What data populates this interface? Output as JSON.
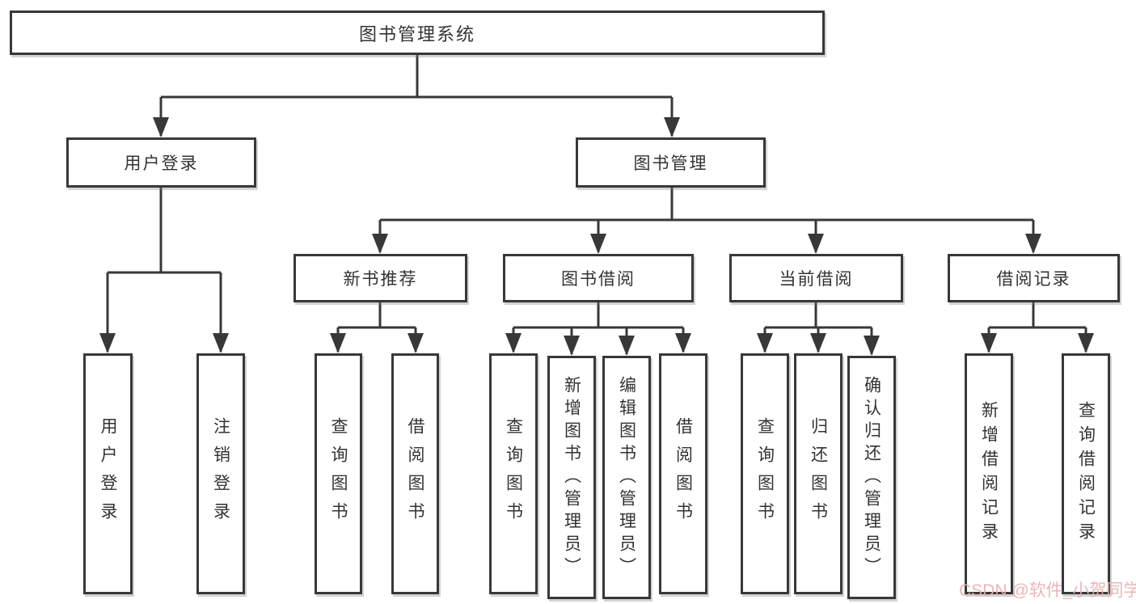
{
  "tree": {
    "root": {
      "label": "图书管理系统"
    },
    "branches": [
      {
        "label": "用户登录",
        "children": [
          {
            "label": "用户登录"
          },
          {
            "label": "注销登录"
          }
        ]
      },
      {
        "label": "图书管理",
        "groups": [
          {
            "label": "新书推荐",
            "children": [
              {
                "label": "查询图书"
              },
              {
                "label": "借阅图书"
              }
            ]
          },
          {
            "label": "图书借阅",
            "children": [
              {
                "label": "查询图书"
              },
              {
                "label": "新增图书（管理员）"
              },
              {
                "label": "编辑图书（管理员）"
              },
              {
                "label": "借阅图书"
              }
            ]
          },
          {
            "label": "当前借阅",
            "children": [
              {
                "label": "查询图书"
              },
              {
                "label": "归还图书"
              },
              {
                "label": "确认归还（管理员）"
              }
            ]
          },
          {
            "label": "借阅记录",
            "children": [
              {
                "label": "新增借阅记录"
              },
              {
                "label": "查询借阅记录"
              }
            ]
          }
        ]
      }
    ]
  },
  "watermark": {
    "text": "CSDN @软件_小贺同学"
  },
  "colors": {
    "line": "#383838",
    "box_border": "#383838",
    "text": "#333333",
    "watermark": "#e9afaf",
    "background": "#ffffff"
  }
}
